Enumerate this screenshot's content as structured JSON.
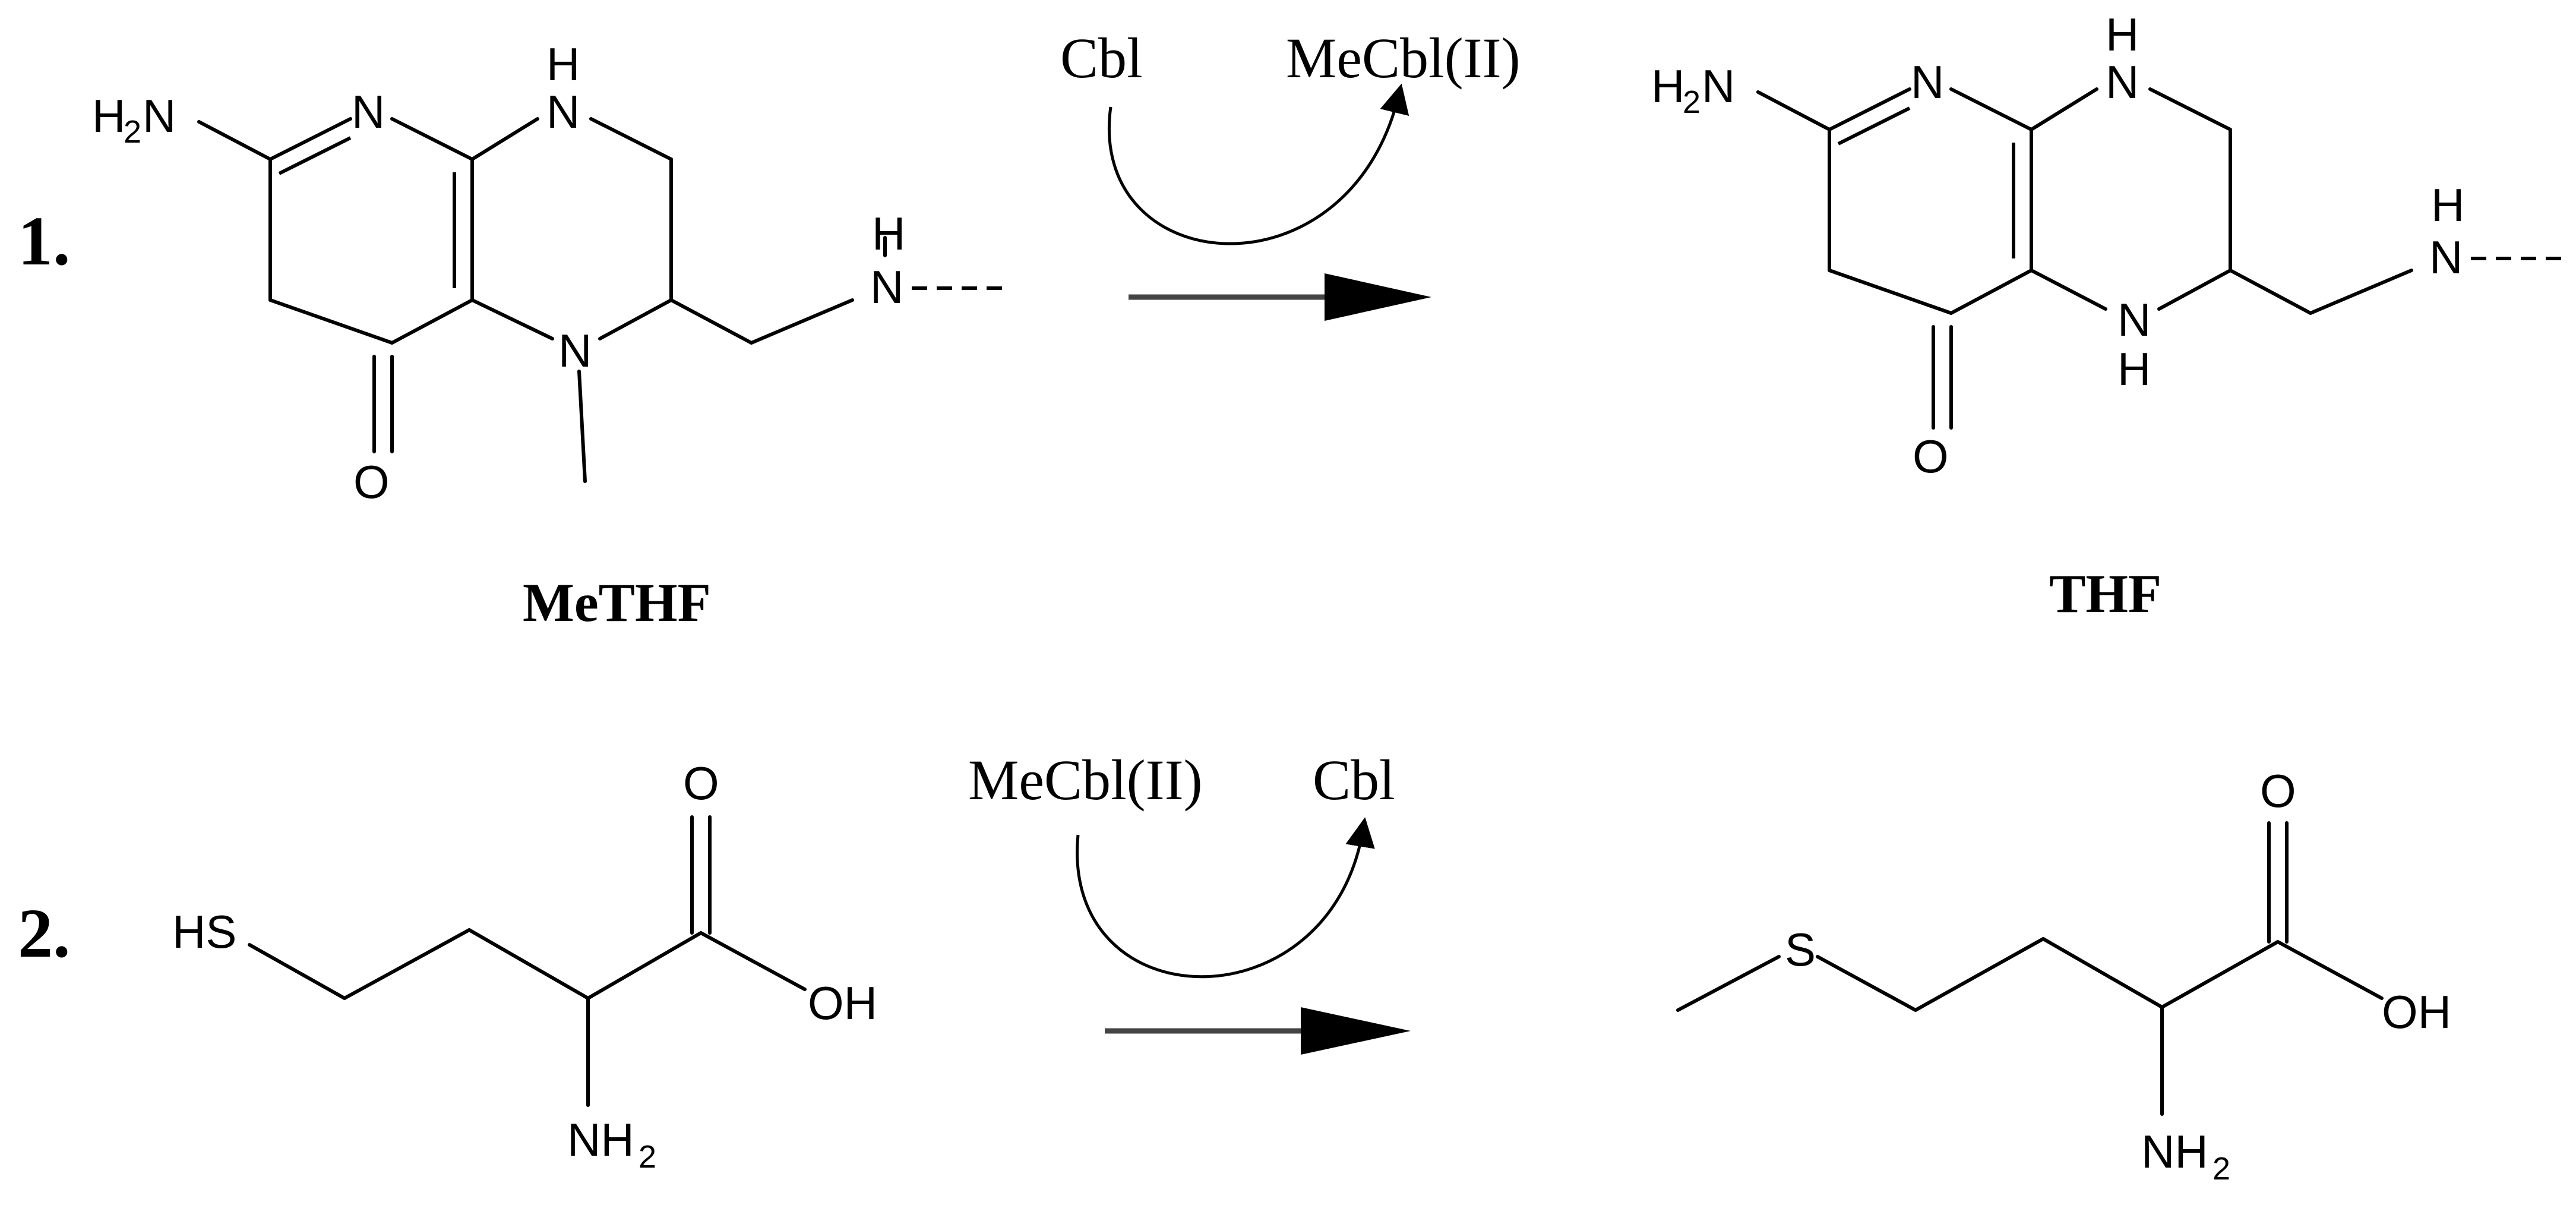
{
  "reaction_1": {
    "number": "1.",
    "reagent_in": "Cbl",
    "reagent_out": "MeCbl(II)",
    "reactant": {
      "name": "MeTHF",
      "atoms": {
        "amine_H2": "H",
        "amine_sub": "2",
        "amine_N": "N",
        "ring_N": "N",
        "nh_N": "N",
        "nh_H": "H",
        "n_methyl": "N",
        "oxygen": "O",
        "side_N": "N",
        "side_H": "H"
      }
    },
    "product": {
      "name": "THF",
      "atoms": {
        "amine_H2": "H",
        "amine_sub": "2",
        "amine_N": "N",
        "ring_N": "N",
        "nh_N": "N",
        "nh_H": "H",
        "n2_N": "N",
        "n2_H": "H",
        "oxygen": "O",
        "side_N": "N",
        "side_H": "H"
      }
    }
  },
  "reaction_2": {
    "number": "2.",
    "reagent_in": "MeCbl(II)",
    "reagent_out": "Cbl",
    "reactant": {
      "atoms": {
        "thiol": "HS",
        "carbonyl_O": "O",
        "hydroxyl": "OH",
        "amine_N": "NH",
        "amine_sub": "2"
      }
    },
    "product": {
      "atoms": {
        "sulfur": "S",
        "carbonyl_O": "O",
        "hydroxyl": "OH",
        "amine_N": "NH",
        "amine_sub": "2"
      }
    }
  }
}
